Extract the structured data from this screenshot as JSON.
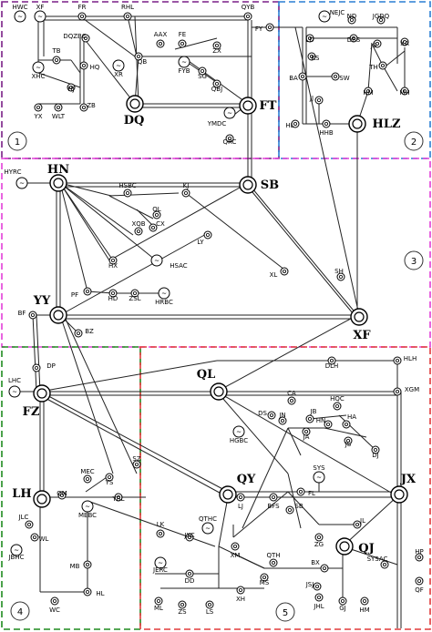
{
  "regions": [
    {
      "id": "1",
      "color": "#7a1f87"
    },
    {
      "id": "2",
      "color": "#2a7fd4"
    },
    {
      "id": "3",
      "color": "#e23fd8"
    },
    {
      "id": "4",
      "color": "#1f8a1f"
    },
    {
      "id": "5",
      "color": "#e03a3a"
    }
  ],
  "hubs": [
    "DQ",
    "FT",
    "HLZ",
    "HN",
    "SB",
    "YY",
    "XF",
    "QL",
    "FZ",
    "QY",
    "LH",
    "JX",
    "QJ"
  ],
  "nodes": [
    "HWC",
    "XF",
    "FR",
    "RHL",
    "QYB",
    "DQZBC",
    "TB",
    "HQ",
    "QB",
    "XR",
    "AAX",
    "FE",
    "FYB",
    "ZX",
    "SG",
    "QBJ",
    "XHC",
    "HJ",
    "YX",
    "WLT",
    "ZB",
    "YMDC",
    "QRC",
    "FY",
    "NEJC",
    "ND",
    "JGDQ",
    "LD",
    "DBS",
    "JS",
    "XA",
    "KS",
    "TH",
    "BA",
    "SW",
    "HM",
    "MH",
    "JJ",
    "HL",
    "HHB",
    "HYRC",
    "HSBC",
    "KJ",
    "QL",
    "CX",
    "XQB",
    "LY",
    "HX",
    "HSAC",
    "XL",
    "SH",
    "PF",
    "HD",
    "ZSL",
    "HRBC",
    "BF",
    "BZ",
    "DP",
    "LHC",
    "DLH",
    "HLH",
    "XGM",
    "CA",
    "HQC",
    "DS",
    "JN",
    "JB",
    "HN",
    "HA",
    "JA",
    "JS",
    "DJ",
    "HGBC",
    "SYS",
    "FL",
    "LJ",
    "BFS",
    "SB",
    "JL",
    "ZG",
    "XM",
    "QTH",
    "MS",
    "XH",
    "BX",
    "JSJ",
    "JHL",
    "GJ",
    "HM",
    "SYSAC",
    "HP",
    "QF",
    "QM",
    "MEC",
    "YS",
    "SZ",
    "YBL",
    "MEBC",
    "JLC",
    "WL",
    "JBHC",
    "MB",
    "HL",
    "WC",
    "LK",
    "JXC",
    "QTHC",
    "JERC",
    "DD",
    "ML",
    "ZS",
    "LS"
  ]
}
